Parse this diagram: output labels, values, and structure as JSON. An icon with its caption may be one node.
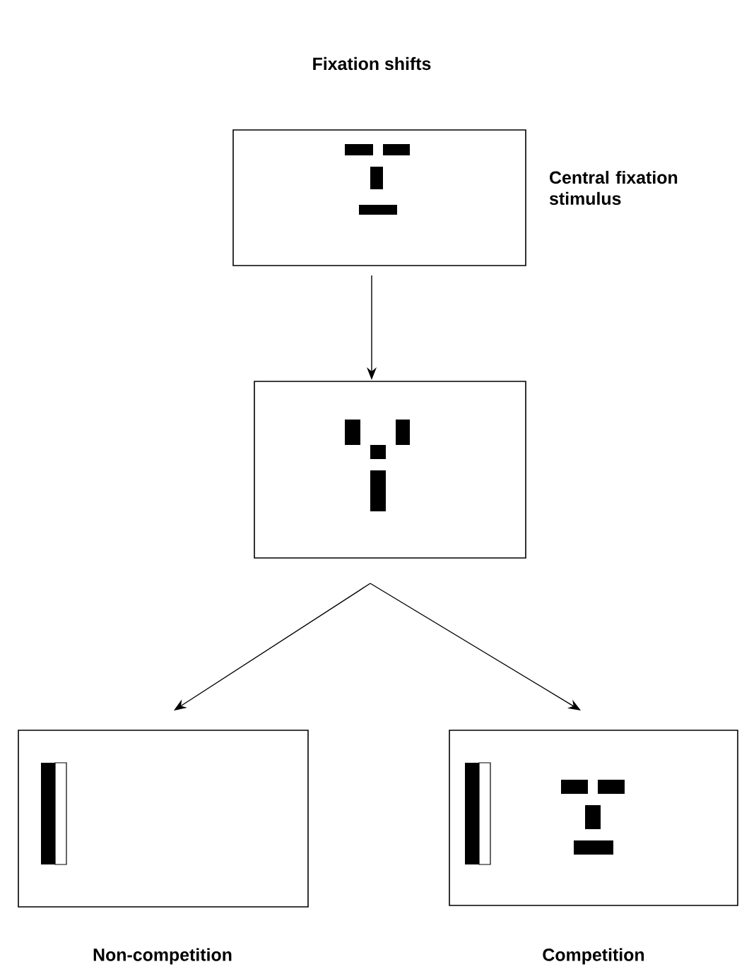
{
  "diagram": {
    "title": "Fixation shifts",
    "nodes": [
      {
        "text": [],
        "shape": "box",
        "beside": [
          "Central fixation stimulus"
        ]
      },
      {
        "text": [],
        "shape": "box"
      },
      {
        "text": [],
        "shape": "box",
        "beside": [
          "Non-competition"
        ]
      },
      {
        "text": [],
        "shape": "box",
        "beside": [
          "Competition"
        ]
      }
    ],
    "edges": [
      {
        "from": 0,
        "to": 1,
        "arrow": "to"
      },
      {
        "from": 1,
        "to": 2,
        "arrow": "to"
      },
      {
        "from": 1,
        "to": 3,
        "arrow": "to"
      }
    ]
  }
}
